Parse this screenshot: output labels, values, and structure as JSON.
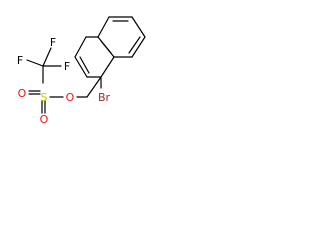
{
  "colors": {
    "background": "#ffffff",
    "bond": "#000000",
    "fluorine": "#000000",
    "oxygen": "#ff0d0d",
    "sulfur": "#c8c800",
    "bromine": "#a52a2a"
  },
  "labels": {
    "f_top": "F",
    "f_left": "F",
    "f_right": "F",
    "s": "S",
    "o_top": "O",
    "o_bottom": "O",
    "o_link": "O",
    "br": "Br"
  }
}
